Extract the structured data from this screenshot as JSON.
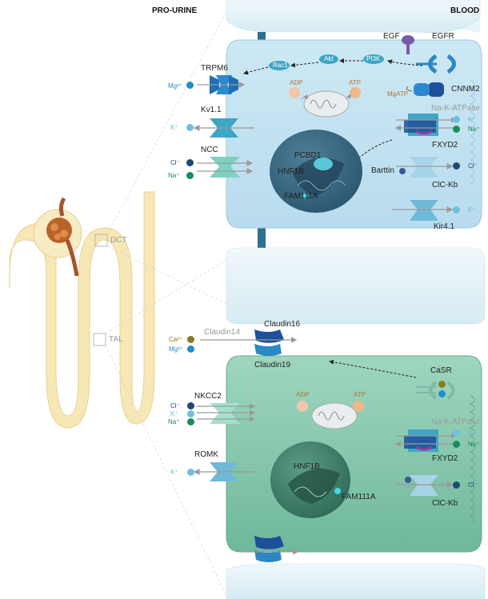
{
  "headers": {
    "pro_urine": "PRO-URINE",
    "blood": "BLOOD"
  },
  "nephron": {
    "dct": "DCT",
    "tal": "TAL"
  },
  "dct": {
    "egf": "EGF",
    "egfr": "EGFR",
    "rac1": "Rac1",
    "akt": "Akt",
    "pi3k": "PI3K",
    "trpm6": "TRPM6",
    "cnnm2": "CNNM2",
    "adp": "ADP",
    "atp": "ATP",
    "mgatp": "MgATP",
    "kv11": "Kv1.1",
    "na_k_atpase": "Na-K-ATPase",
    "ncc": "NCC",
    "pcbd1": "PCBD1",
    "hnf1b": "HNF1B",
    "fam111a": "FAM111A",
    "barttin": "Barttin",
    "fxyd2": "FXYD2",
    "clc_kb": "ClC-Kb",
    "kir41": "Kir4.1",
    "ions": {
      "mg": "Mg²⁺",
      "k": "K⁺",
      "cl": "Cl⁻",
      "na": "Na⁺"
    }
  },
  "tal": {
    "claudin14": "Claudin14",
    "claudin16": "Claudin16",
    "claudin19": "Claudin19",
    "casr": "CaSR",
    "nkcc2": "NKCC2",
    "adp": "ADP",
    "atp": "ATP",
    "na_k_atpase": "Na-K-ATPase",
    "fxyd2": "FXYD2",
    "romk": "ROMK",
    "hnf1b": "HNF1B",
    "fam111a": "FAM111A",
    "clc_kb": "ClC-Kb",
    "ions": {
      "ca": "Ca²⁺",
      "mg": "Mg²⁺",
      "cl": "Cl⁻",
      "k": "K⁺",
      "na": "Na⁺"
    }
  },
  "colors": {
    "dct_cell": "#c6e3f1",
    "tal_cell": "#a9d8c2",
    "nephron": "#f6e7b6",
    "ion_mg": "#1f8fc8",
    "ion_k": "#6fc0dc",
    "ion_cl": "#1c4a78",
    "ion_na": "#1a8a5a",
    "ion_ca": "#8a7a22"
  }
}
